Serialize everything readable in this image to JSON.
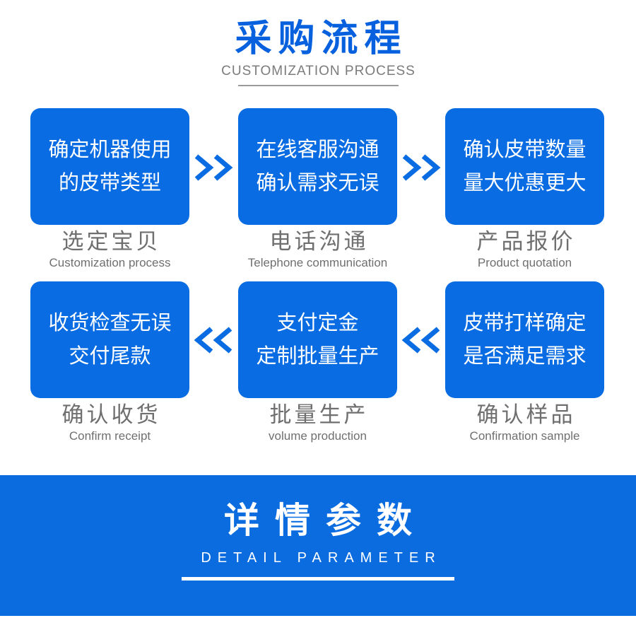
{
  "header": {
    "title": "采购流程",
    "subtitle": "CUSTOMIZATION PROCESS"
  },
  "steps": [
    {
      "box_line1": "确定机器使用",
      "box_line2": "的皮带类型",
      "label_cn": "选定宝贝",
      "label_en": "Customization process"
    },
    {
      "box_line1": "在线客服沟通",
      "box_line2": "确认需求无误",
      "label_cn": "电话沟通",
      "label_en": "Telephone communication"
    },
    {
      "box_line1": "确认皮带数量",
      "box_line2": "量大优惠更大",
      "label_cn": "产品报价",
      "label_en": "Product quotation"
    },
    {
      "box_line1": "收货检查无误",
      "box_line2": "交付尾款",
      "label_cn": "确认收货",
      "label_en": "Confirm receipt"
    },
    {
      "box_line1": "支付定金",
      "box_line2": "定制批量生产",
      "label_cn": "批量生产",
      "label_en": "volume production"
    },
    {
      "box_line1": "皮带打样确定",
      "box_line2": "是否满足需求",
      "label_cn": "确认样品",
      "label_en": "Confirmation sample"
    }
  ],
  "banner": {
    "title": "详情参数",
    "subtitle": "DETAIL PARAMETER"
  },
  "colors": {
    "primary_blue": "#0a6ce2",
    "title_blue": "#0761de",
    "banner_blue": "#0b6ce0",
    "label_gray": "#6f6f6f",
    "subtitle_gray": "#7b7b7b",
    "box_text_white": "#ffffff"
  }
}
